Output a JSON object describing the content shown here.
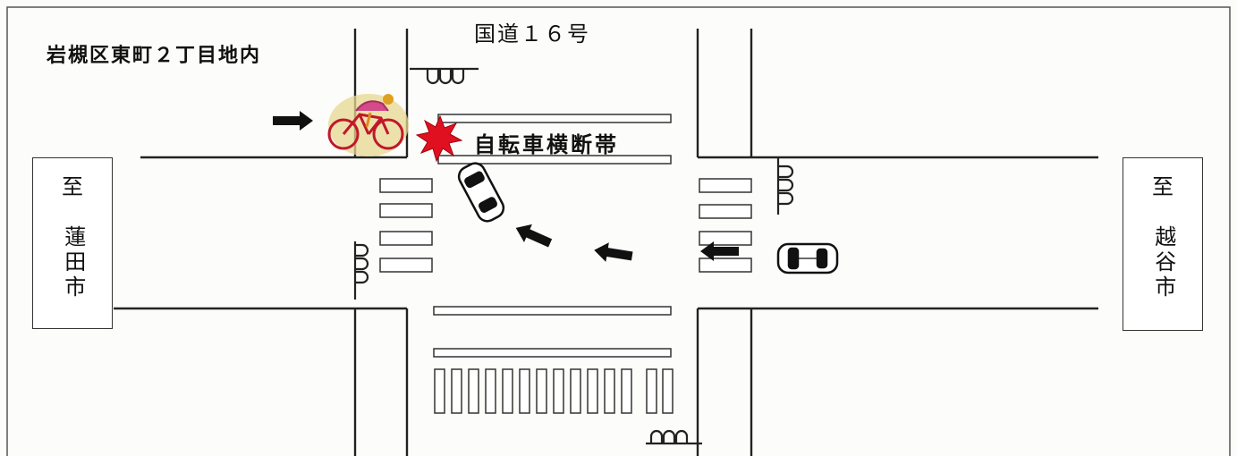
{
  "location": "岩槻区東町２丁目地内",
  "road_name": "国道１６号",
  "bicycle_crossing_label": "自転車横断帯",
  "west_destination": {
    "to": "至",
    "city": "蓮田市"
  },
  "east_destination": {
    "to": "至",
    "city": "越谷市"
  },
  "colors": {
    "line": "#222222",
    "collision_star": "#e01020",
    "cyclist_halo": "#e8d890",
    "cyclist_bike": "#c0182a",
    "arrow": "#111111"
  },
  "icons": [
    "traffic-signal-icon",
    "car-icon",
    "bicycle-icon",
    "collision-icon",
    "arrow-icon"
  ]
}
